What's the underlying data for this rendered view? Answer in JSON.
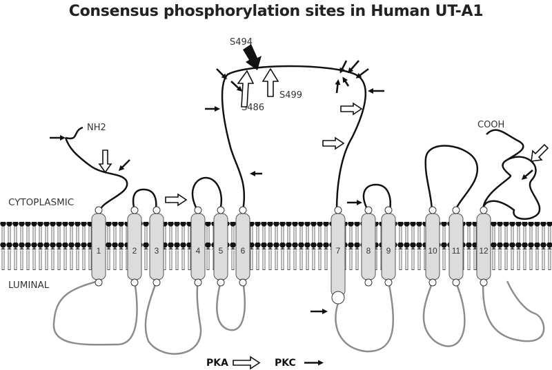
{
  "title": "Consensus phosphorylation sites in Human UT-A1",
  "labels": {
    "cytoplasmic": "CYTOPLASMIC",
    "luminal": "LUMINAL",
    "n_terminus": "NH2",
    "c_terminus": "COOH"
  },
  "sites": {
    "s494": "S494",
    "s486": "S486",
    "s499": "S499"
  },
  "segments": [
    "1",
    "2",
    "3",
    "4",
    "5",
    "6",
    "7",
    "8",
    "9",
    "10",
    "11",
    "12"
  ],
  "legend": {
    "pka": "PKA",
    "pkc": "PKC"
  }
}
